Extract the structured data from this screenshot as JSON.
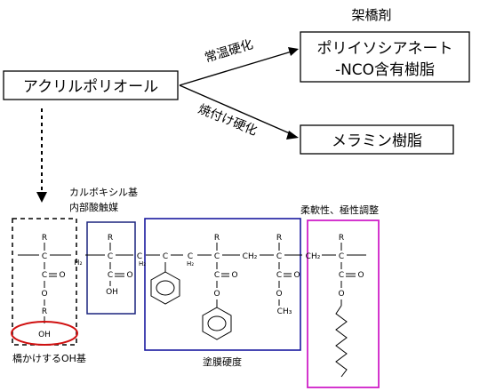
{
  "header": {
    "crosslinker_label": "架橋剤"
  },
  "source": {
    "label": "アクリルポリオール"
  },
  "routes": [
    {
      "arrow_label": "常温硬化",
      "target_line1": "ポリイソシアネート",
      "target_line2": "-NCO含有樹脂"
    },
    {
      "arrow_label": "焼付け硬化",
      "target_line1": "メラミン樹脂"
    }
  ],
  "annotations": {
    "carboxyl_line1": "カルボキシル基",
    "carboxyl_line2": "内部酸触媒",
    "flex_label": "柔軟性、極性調整",
    "oh_label": "橋かけするOH基",
    "hardness_label": "塗膜硬度"
  },
  "colors": {
    "line": "#000000",
    "carboxyl_box": "#1a237e",
    "hardness_box": "#1a1aa0",
    "flex_box": "#d020c8",
    "oh_ellipse": "#d01010"
  },
  "structure": {
    "r": "R",
    "c": "C",
    "o": "O",
    "oh": "OH",
    "h2": "H₂",
    "ch2": "CH₂",
    "ch3": "CH₃"
  }
}
